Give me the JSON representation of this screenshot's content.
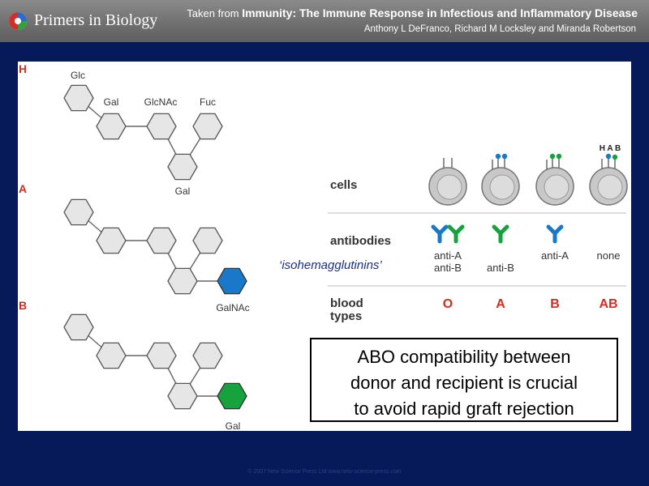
{
  "header": {
    "brand": "Primers in Biology",
    "source_prefix": "Taken from",
    "book_title": "Immunity: The Immune Response in Infectious and Inflammatory Disease",
    "authors": "Anthony L DeFranco, Richard M Locksley and Miranda Robertson"
  },
  "icons": [
    "logo-icon"
  ],
  "colors": {
    "background": "#061a5a",
    "galnac": "#1a78c8",
    "gal_terminal": "#16a23c",
    "group_label": "#d42c1e",
    "isohem": "#1a2f8a"
  },
  "sugar_diagram": {
    "groups": [
      {
        "letter": "H",
        "labels": {
          "glc": "Glc",
          "gal": "Gal",
          "glcnac": "GlcNAc",
          "fuc": "Fuc",
          "gal_bottom": "Gal"
        }
      },
      {
        "letter": "A",
        "terminal": "GalNAc"
      },
      {
        "letter": "B",
        "terminal": "Gal"
      }
    ]
  },
  "abo_table": {
    "row_labels": {
      "cells": "cells",
      "antibodies": "antibodies",
      "blood_types_1": "blood",
      "blood_types_2": "types"
    },
    "hab_label": "H A B",
    "isohemagglutinins": "‘isohemagglutinins’",
    "columns": [
      {
        "type": "O",
        "antibodies": [
          "anti-A",
          "anti-B"
        ]
      },
      {
        "type": "A",
        "antibodies": [
          "anti-B"
        ]
      },
      {
        "type": "B",
        "antibodies": [
          "anti-A"
        ]
      },
      {
        "type": "AB",
        "antibodies": [
          "none"
        ]
      }
    ]
  },
  "callout": {
    "lines": [
      "ABO compatibility between",
      "donor and recipient is crucial",
      "to avoid rapid graft rejection"
    ]
  },
  "footer": "© 2007 New Science Press Ltd   www.new-science-press.com"
}
